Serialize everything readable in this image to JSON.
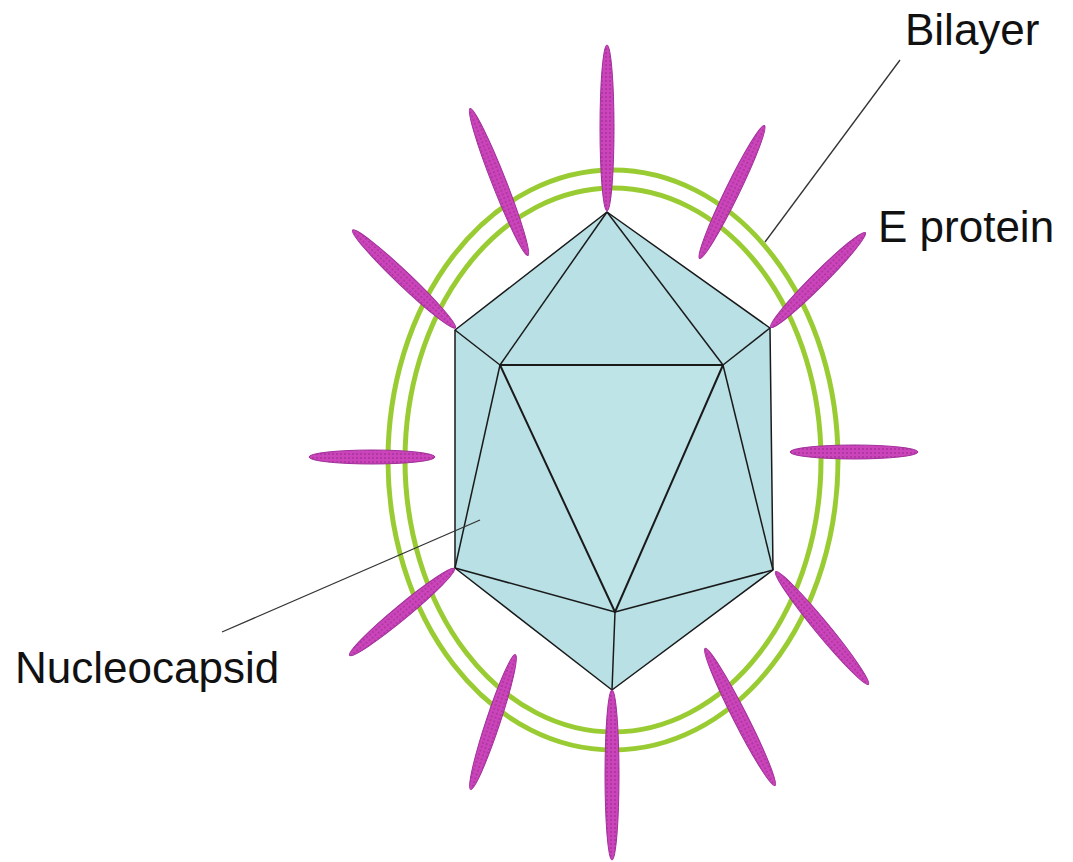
{
  "diagram": {
    "labels": [
      "Bilayer",
      "E protein",
      "Nucleocapsid"
    ]
  }
}
